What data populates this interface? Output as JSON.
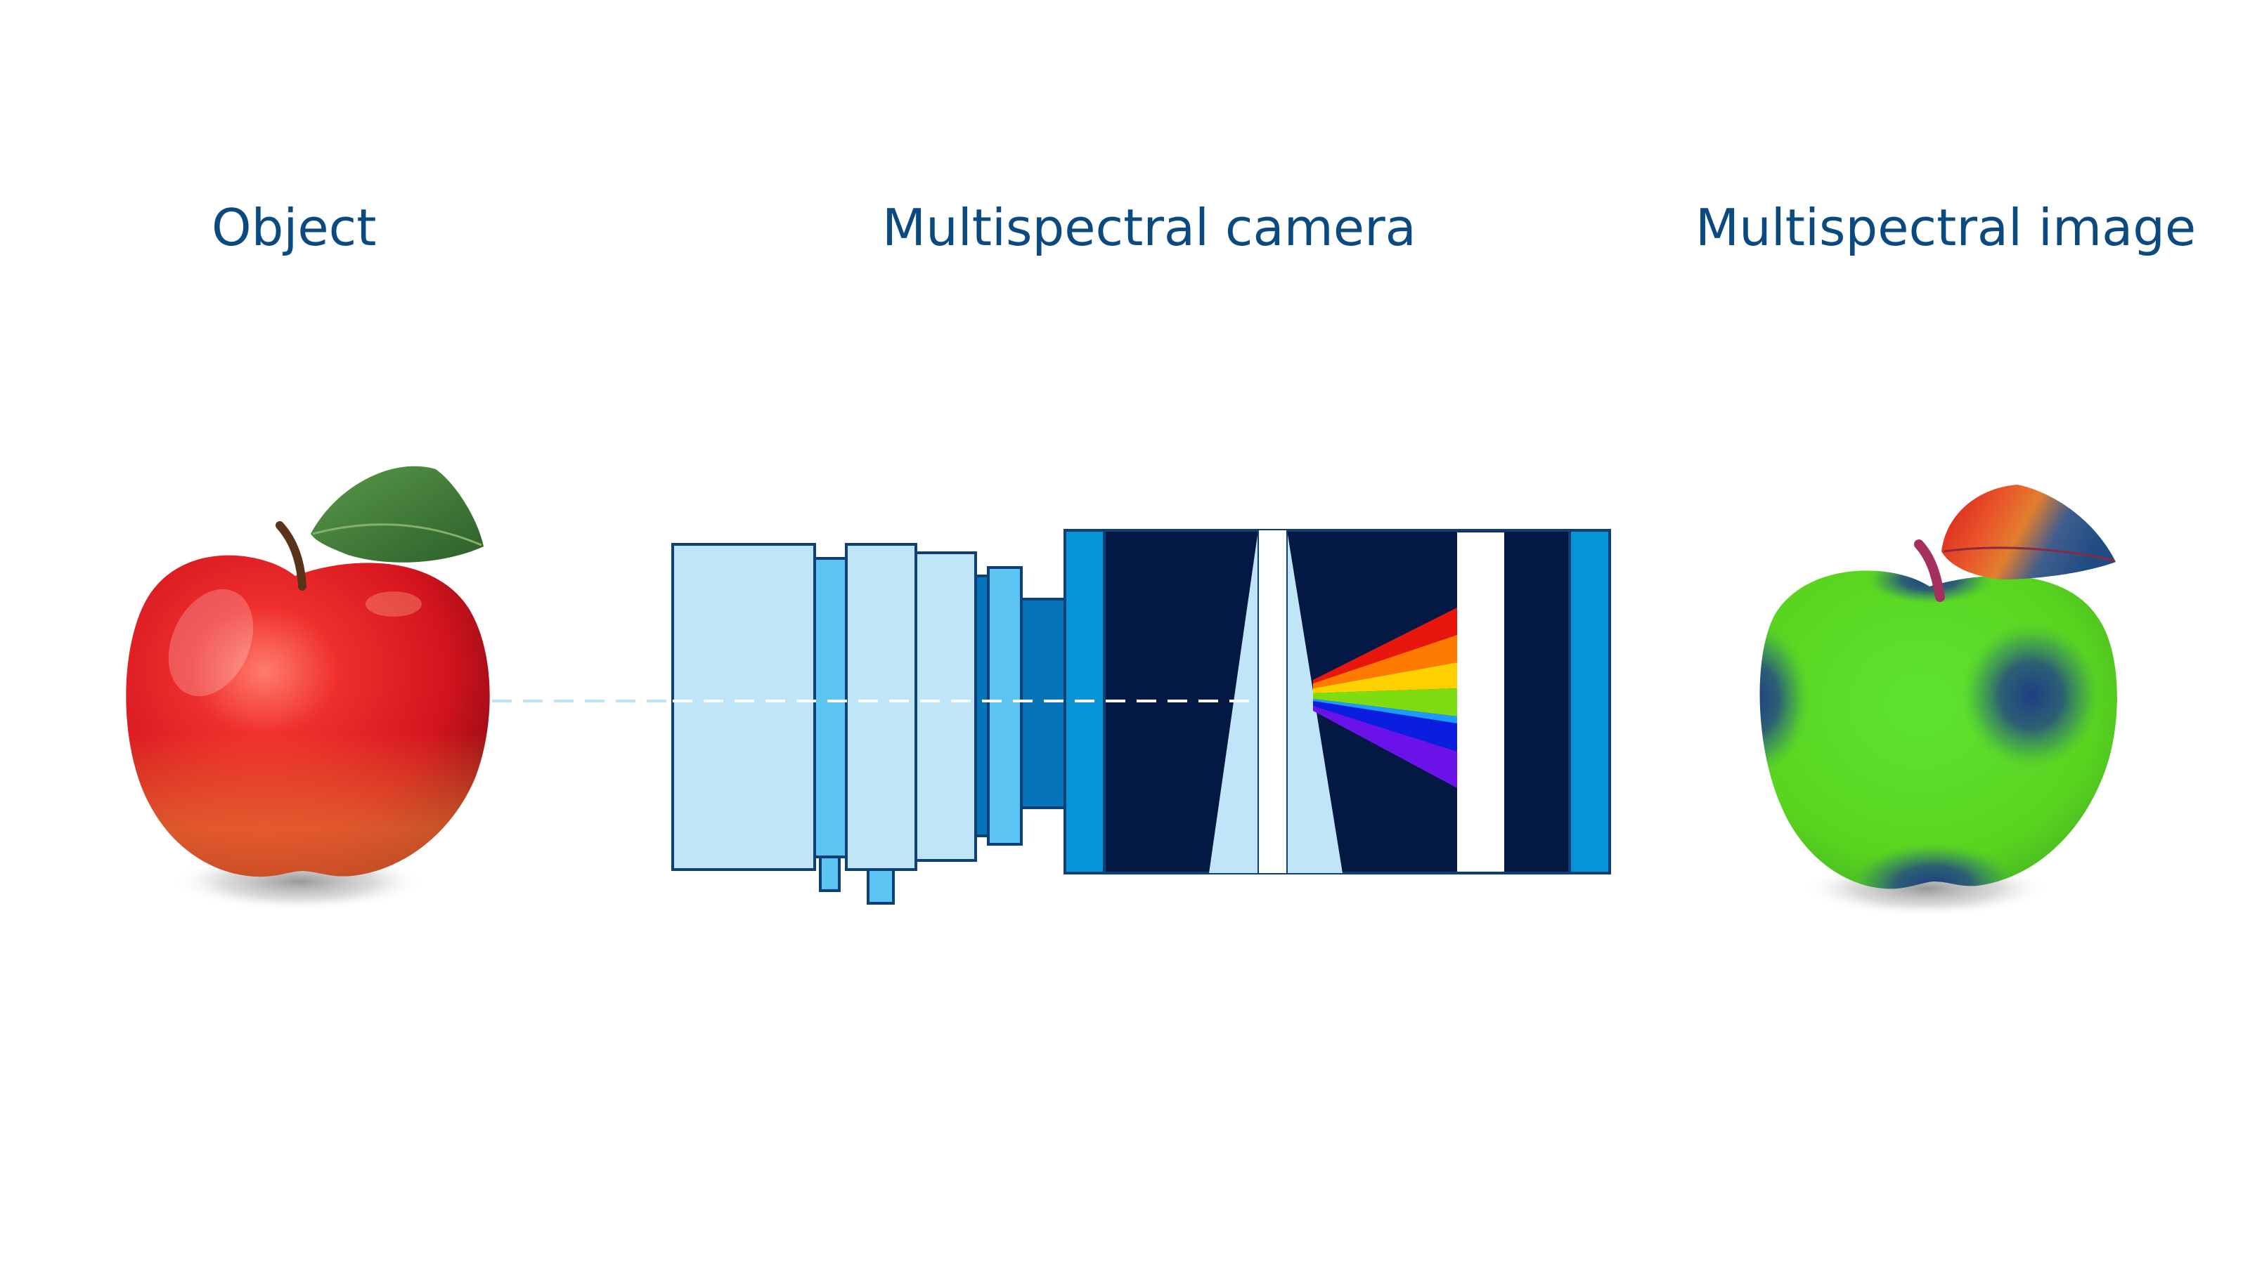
{
  "labels": {
    "object": "Object",
    "camera": "Multispectral camera",
    "image": "Multispectral image"
  },
  "colors": {
    "label_text": "#0a4a80",
    "lens_light": "#c0e4f8",
    "lens_mid": "#5cc4f0",
    "lens_dark": "#0673b8",
    "outline": "#0d3f78",
    "body_dark": "#031944",
    "body_accent": "#0594d6",
    "light_ray": "#bfe3f5",
    "apple_red": "#e21c2a",
    "leaf_green": "#3f7a33",
    "heat_green": "#63d81c",
    "heat_blue": "#20467a",
    "heat_red": "#e01b18",
    "spectrum": [
      "#e8160c",
      "#ff7a00",
      "#ffd000",
      "#7ddd10",
      "#1c9aff",
      "#0a1ee0",
      "#6a12e8"
    ]
  },
  "icons": {
    "object": "apple-photo-icon",
    "camera": "multispectral-camera-icon",
    "image": "false-color-apple-icon"
  }
}
